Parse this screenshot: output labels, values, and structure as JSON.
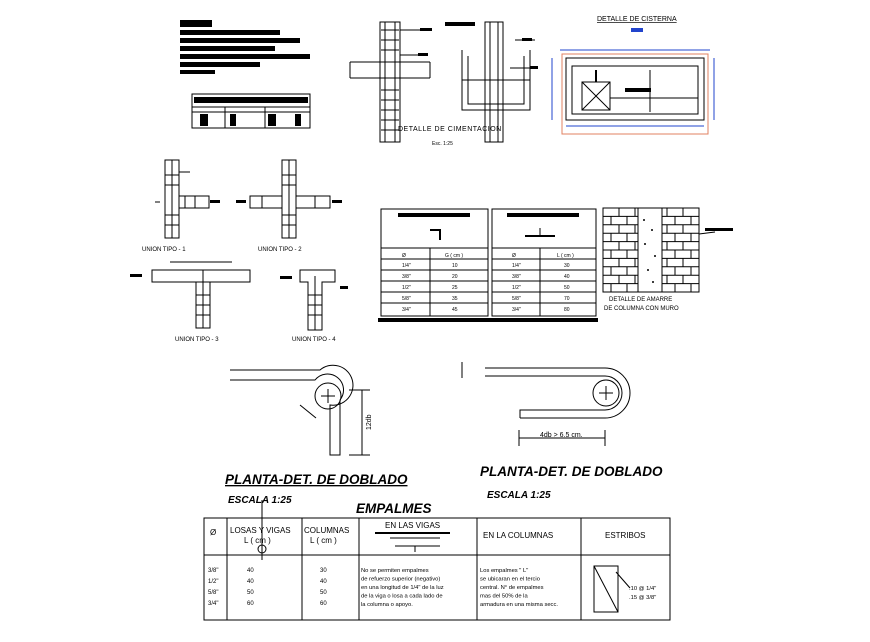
{
  "cistern": {
    "title": "DETALLE DE CISTERNA"
  },
  "cimentacion": {
    "title": "DETALLE DE CIMENTACION",
    "scale": "Esc. 1:25"
  },
  "uniones": {
    "u1": "UNION TIPO - 1",
    "u2": "UNION TIPO - 2",
    "u3": "UNION TIPO - 3",
    "u4": "UNION TIPO - 4"
  },
  "table_g": {
    "headers": [
      "Ø",
      "G ( cm )"
    ],
    "rows": [
      [
        "1/4\"",
        "10"
      ],
      [
        "3/8\"",
        "20"
      ],
      [
        "1/2\"",
        "25"
      ],
      [
        "5/8\"",
        "35"
      ],
      [
        "3/4\"",
        "45"
      ]
    ]
  },
  "table_l": {
    "headers": [
      "Ø",
      "L ( cm )"
    ],
    "rows": [
      [
        "1/4\"",
        "30"
      ],
      [
        "3/8\"",
        "40"
      ],
      [
        "1/2\"",
        "50"
      ],
      [
        "5/8\"",
        "70"
      ],
      [
        "3/4\"",
        "80"
      ]
    ]
  },
  "amarre": {
    "line1": "DETALLE DE AMARRE",
    "line2": "DE COLUMNA CON MURO"
  },
  "doblado": {
    "title_left": "PLANTA-DET. DE DOBLADO",
    "scale_left": "ESCALA 1:25",
    "title_right": "PLANTA-DET. DE DOBLADO",
    "scale_right": "ESCALA 1:25",
    "dim_left": "12db",
    "dim_right": "4db > 6.5 cm."
  },
  "empalmes": {
    "title": "EMPALMES",
    "headers": {
      "diam": "Ø",
      "losas": "LOSAS Y VIGAS",
      "losas_unit": "L ( cm )",
      "columnas": "COLUMNAS",
      "columnas_unit": "L ( cm )",
      "vigas": "EN LAS VIGAS",
      "en_columnas": "EN LA COLUMNAS",
      "estribos": "ESTRIBOS"
    },
    "rows": [
      {
        "d": "3/8\"",
        "losas": "40",
        "col": "30"
      },
      {
        "d": "1/2\"",
        "losas": "40",
        "col": "40"
      },
      {
        "d": "5/8\"",
        "losas": "50",
        "col": "50"
      },
      {
        "d": "3/4\"",
        "losas": "60",
        "col": "60"
      }
    ],
    "vigas_note": [
      "No se permiten empalmes",
      "de refuerzo superior (negativo)",
      "en una longitud de 1/4\" de la luz",
      "de la viga o losa a cada lado de",
      "la columna o apoyo."
    ],
    "columnas_note": [
      "Los empalmes \" L\"",
      "se ubicaran en el tercio",
      "central. N° de empalmes",
      "mas del 50% de la",
      "armadura en una misma secc."
    ],
    "estribos_note": [
      ".10 @ 1/4\"",
      ".15 @ 3/8\""
    ]
  }
}
